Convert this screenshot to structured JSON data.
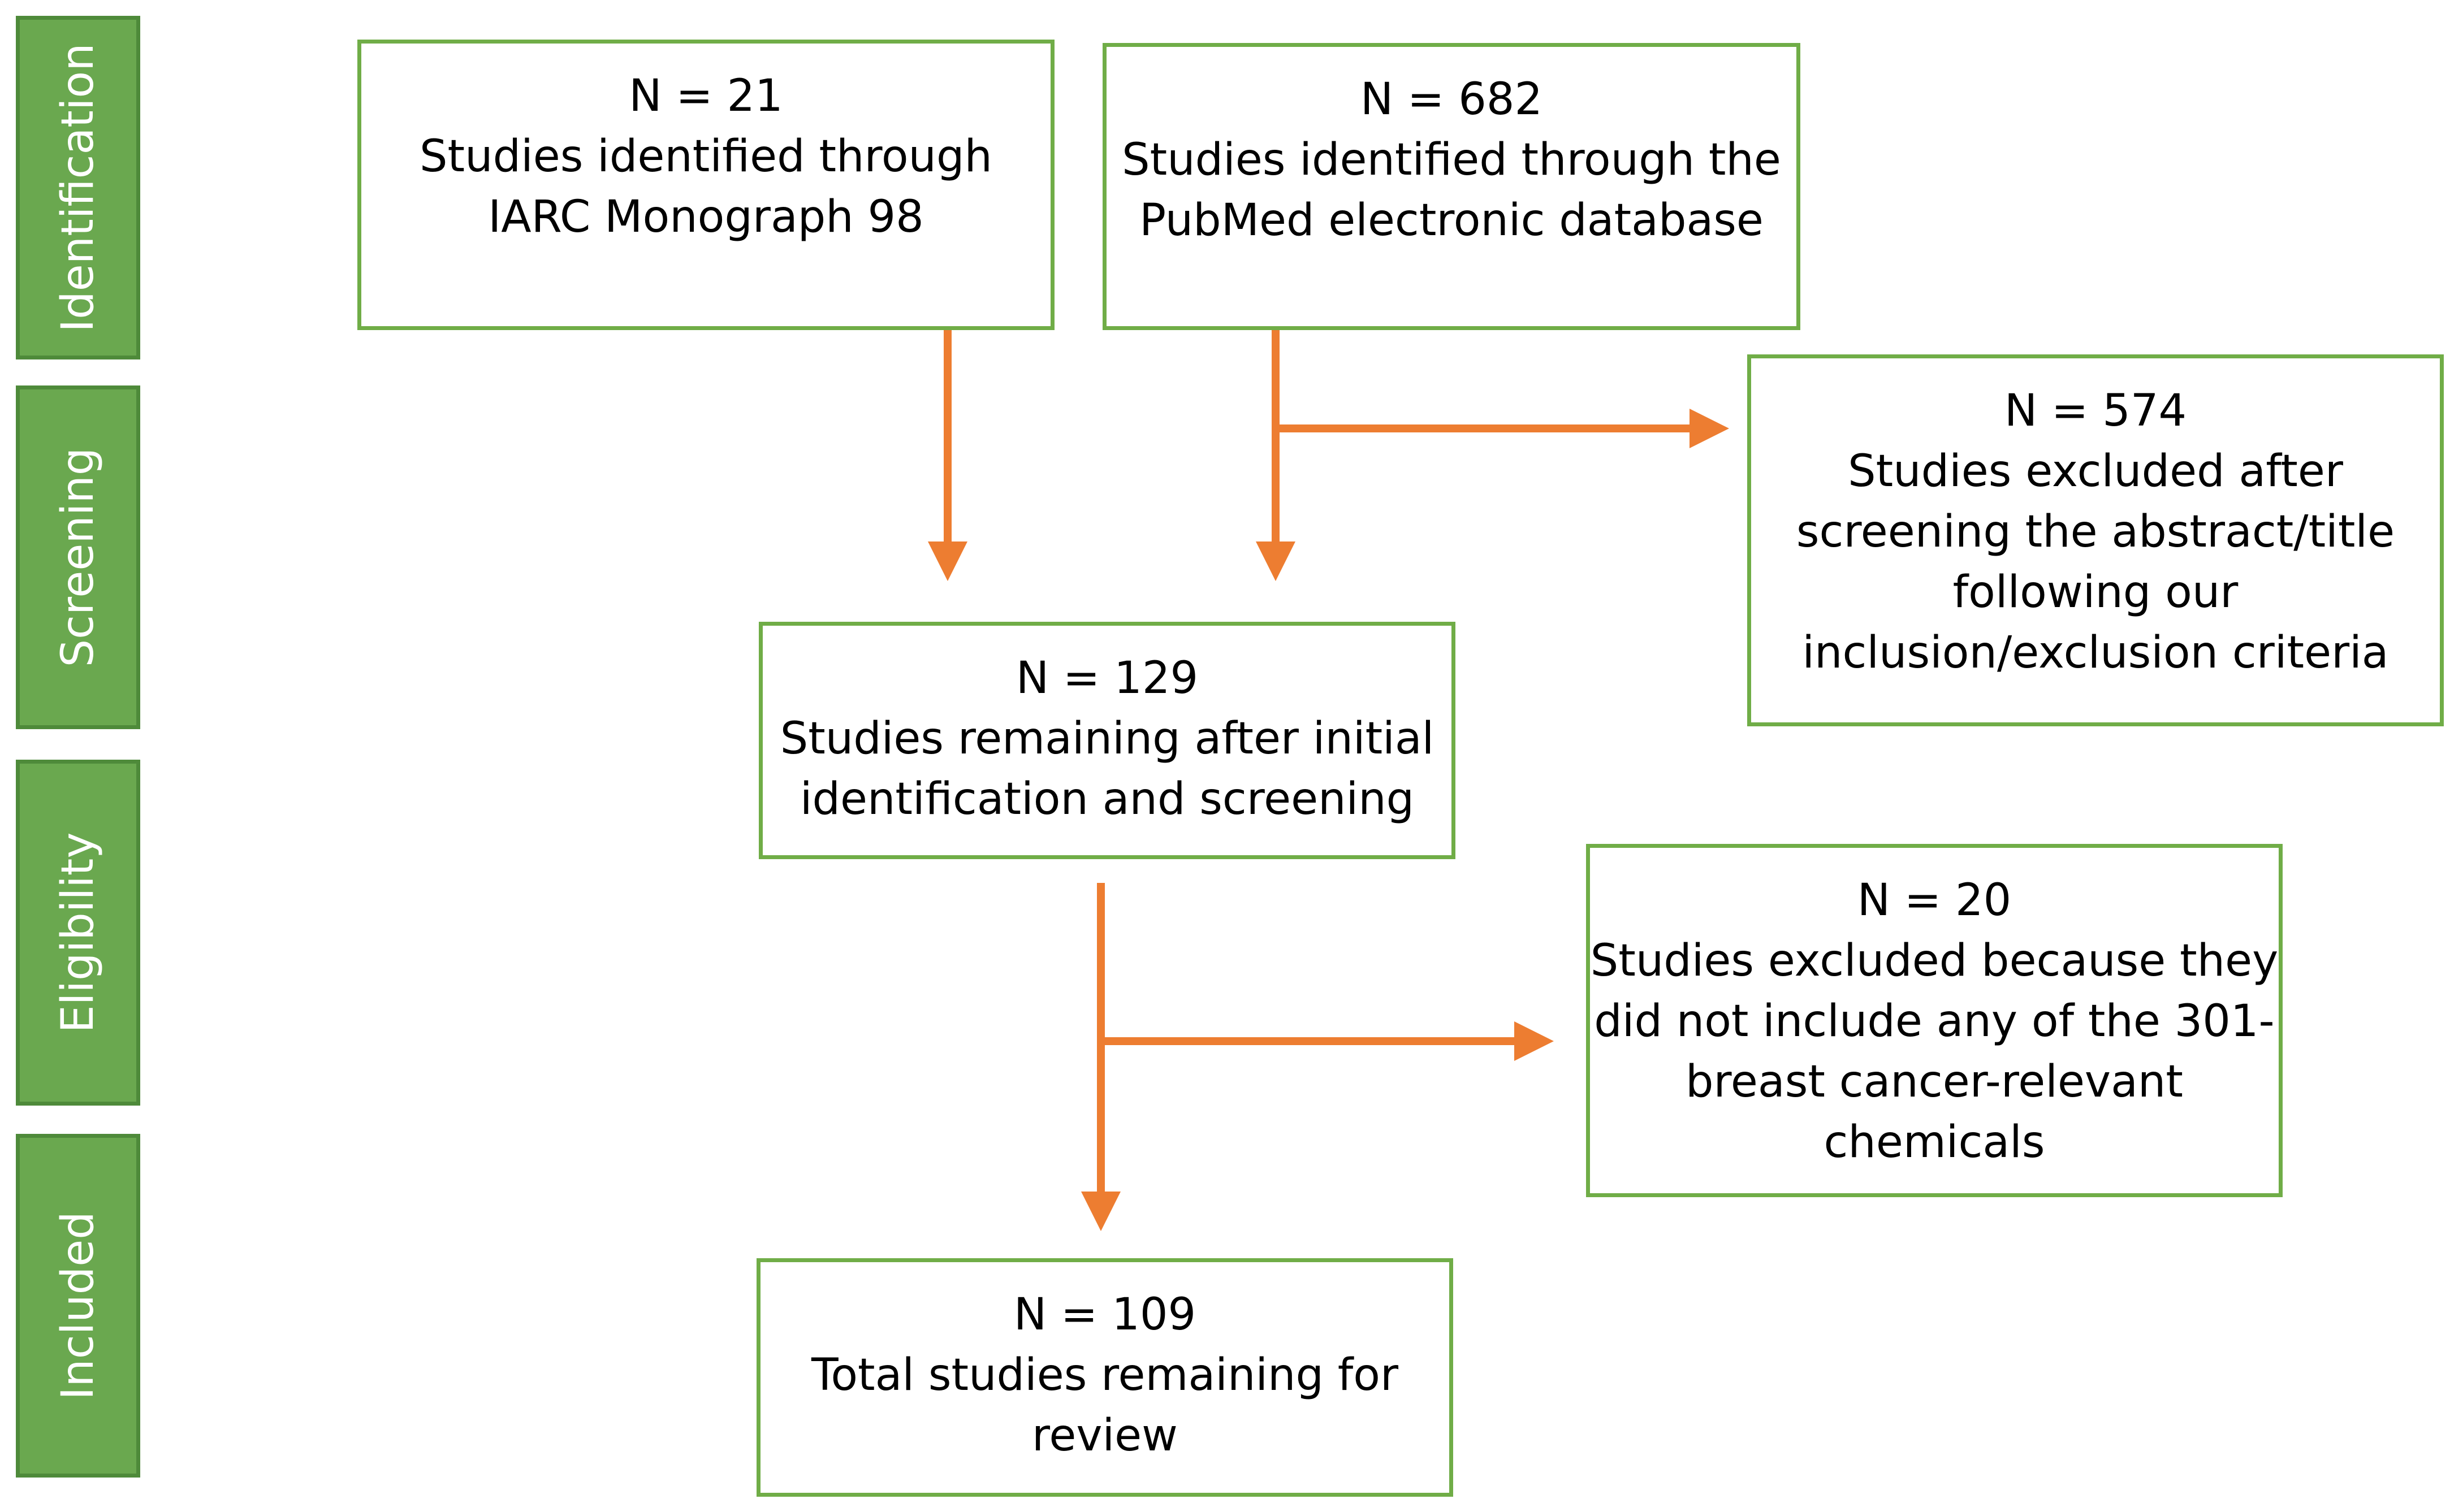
{
  "stages": [
    {
      "id": "identification",
      "label": "Identification"
    },
    {
      "id": "screening",
      "label": "Screening"
    },
    {
      "id": "eligibility",
      "label": "Eligibility"
    },
    {
      "id": "included",
      "label": "Included"
    }
  ],
  "boxes": {
    "iarc": {
      "n": "N = 21",
      "desc": "Studies identified through\nIARC Monograph 98"
    },
    "pubmed": {
      "n": "N = 682",
      "desc": "Studies identified through the\nPubMed electronic database"
    },
    "excluded_screening": {
      "n": "N = 574",
      "desc": "Studies excluded after\nscreening the abstract/title\nfollowing our\ninclusion/exclusion criteria"
    },
    "remaining": {
      "n": "N = 129",
      "desc": "Studies remaining after initial\nidentification and screening"
    },
    "excluded_eligibility": {
      "n": "N = 20",
      "desc": "Studies excluded because they\ndid not include any of the 301-\nbreast cancer-relevant\nchemicals"
    },
    "total": {
      "n": "N = 109",
      "desc": "Total studies remaining for\nreview"
    }
  },
  "colors": {
    "stage_fill": "#6aa84f",
    "box_border": "#70ad47",
    "arrow": "#ed7d31"
  }
}
